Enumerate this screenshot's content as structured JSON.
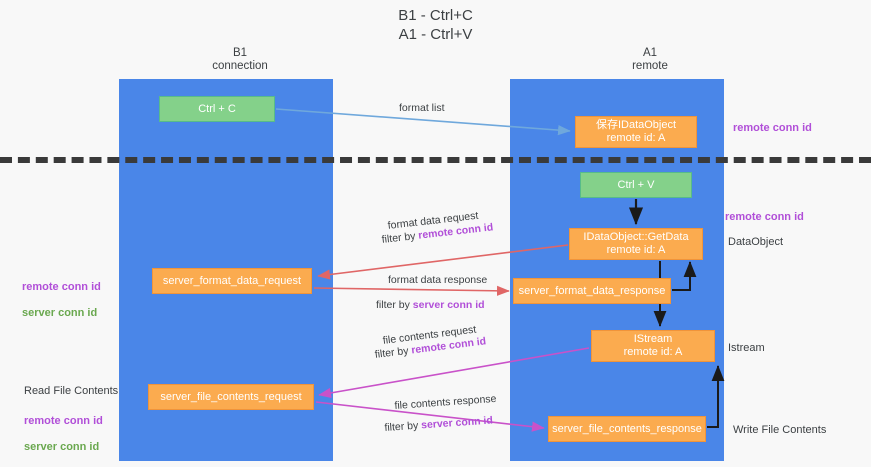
{
  "title": "B1 - Ctrl+C\nA1 - Ctrl+V",
  "columns": {
    "left": "B1\nconnection",
    "right": "A1\nremote"
  },
  "nodes": {
    "ctrl_c": "Ctrl + C",
    "idataobject": "保存IDataObject\nremote id: A",
    "ctrl_v": "Ctrl + V",
    "getdata": "IDataObject::GetData\nremote id: A",
    "server_format_data_request": "server_format_data_request",
    "server_format_data_response": "server_format_data_response",
    "istream": "IStream\nremote id: A",
    "server_file_contents_request": "server_file_contents_request",
    "server_file_contents_response": "server_file_contents_response"
  },
  "edges": {
    "format_list": "format list",
    "format_data_request": "format data request",
    "format_data_request_filter_prefix": "filter by ",
    "format_data_request_filter_key": "remote conn id",
    "format_data_response": "format data response",
    "format_data_response_filter_prefix": "filter by ",
    "format_data_response_filter_key": "server conn id",
    "file_contents_request": "file contents request",
    "file_contents_request_filter_prefix": "filter by ",
    "file_contents_request_filter_key": "remote conn id",
    "file_contents_response": "file contents response",
    "file_contents_response_filter_prefix": "filter by ",
    "file_contents_response_filter_key": "server conn id"
  },
  "annotations": {
    "remote_conn_id_top": "remote conn id",
    "remote_conn_id_mid": "remote conn id",
    "dataobject": "DataObject",
    "istream": "Istream",
    "write_file_contents": "Write File Contents",
    "read_file_contents": "Read File Contents",
    "left_remote_conn_id_1": "remote conn id",
    "left_server_conn_id_1": "server conn id",
    "left_remote_conn_id_2": "remote conn id",
    "left_server_conn_id_2": "server conn id"
  },
  "colors": {
    "lane": "#4a86e8",
    "green_node": "#84d18a",
    "orange_node": "#fbab4f",
    "purple_text": "#b14fd8",
    "green_text": "#6aa84f",
    "arrow_blue": "#6fa8dc",
    "arrow_red": "#e06666",
    "arrow_magenta": "#c952c9",
    "arrow_black": "#1a1a1a",
    "background": "#f8f8f8"
  }
}
